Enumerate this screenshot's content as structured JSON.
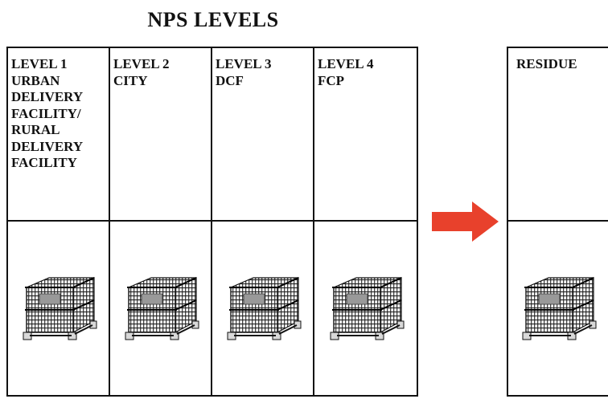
{
  "title": "NPS LEVELS",
  "levels": [
    {
      "name": "LEVEL 1",
      "desc": "URBAN\nDELIVERY\nFACILITY/\nRURAL\nDELIVERY\nFACILITY"
    },
    {
      "name": "LEVEL 2",
      "desc": "CITY"
    },
    {
      "name": "LEVEL 3",
      "desc": "DCF"
    },
    {
      "name": "LEVEL 4",
      "desc": "FCP"
    }
  ],
  "residue": {
    "label": "RESIDUE"
  },
  "colors": {
    "arrow": "#e8412c",
    "line": "#111111",
    "basket_label": "#999999"
  },
  "icons": {
    "container": "wire-basket-icon",
    "flow": "right-arrow-icon"
  }
}
